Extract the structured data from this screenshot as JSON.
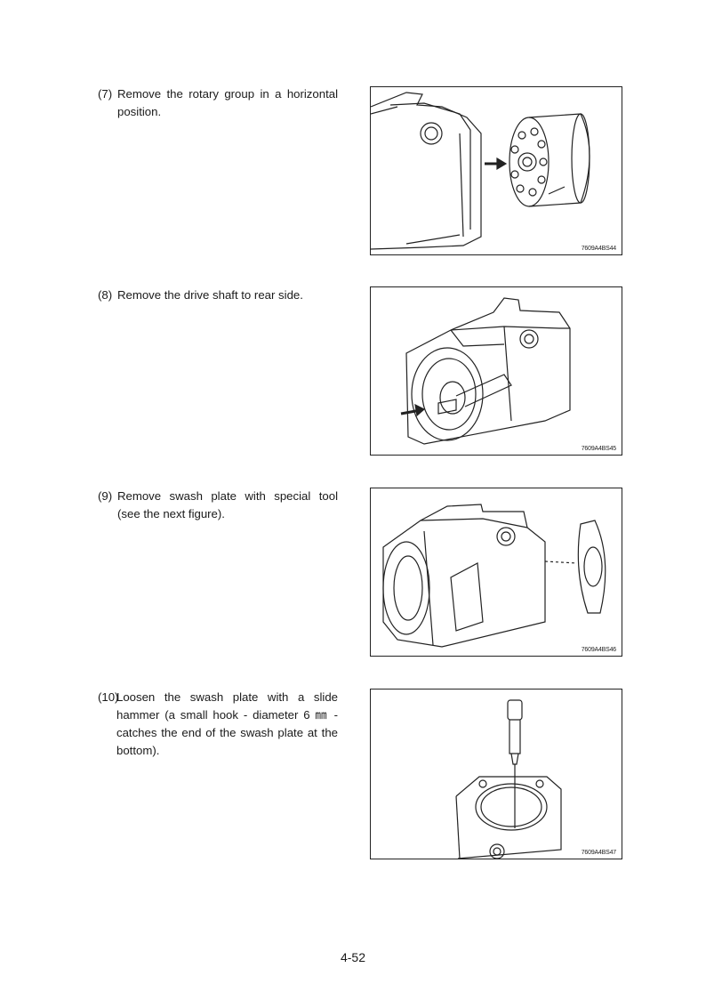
{
  "steps": [
    {
      "number": "(7)",
      "text": "Remove the rotary group in a horizontal position.",
      "figure_label": "7609A4BS44"
    },
    {
      "number": "(8)",
      "text": "Remove the drive shaft to rear side.",
      "figure_label": "7609A4BS45"
    },
    {
      "number": "(9)",
      "text": "Remove swash plate with special tool (see the next figure).",
      "figure_label": "7609A4BS46"
    },
    {
      "number": "(10)",
      "text": "Loosen the swash plate with a slide hammer (a small hook - diameter 6 ㎜ - catches the end of the swash plate at the bottom).",
      "figure_label": "7609A4BS47"
    }
  ],
  "page_number": "4-52"
}
